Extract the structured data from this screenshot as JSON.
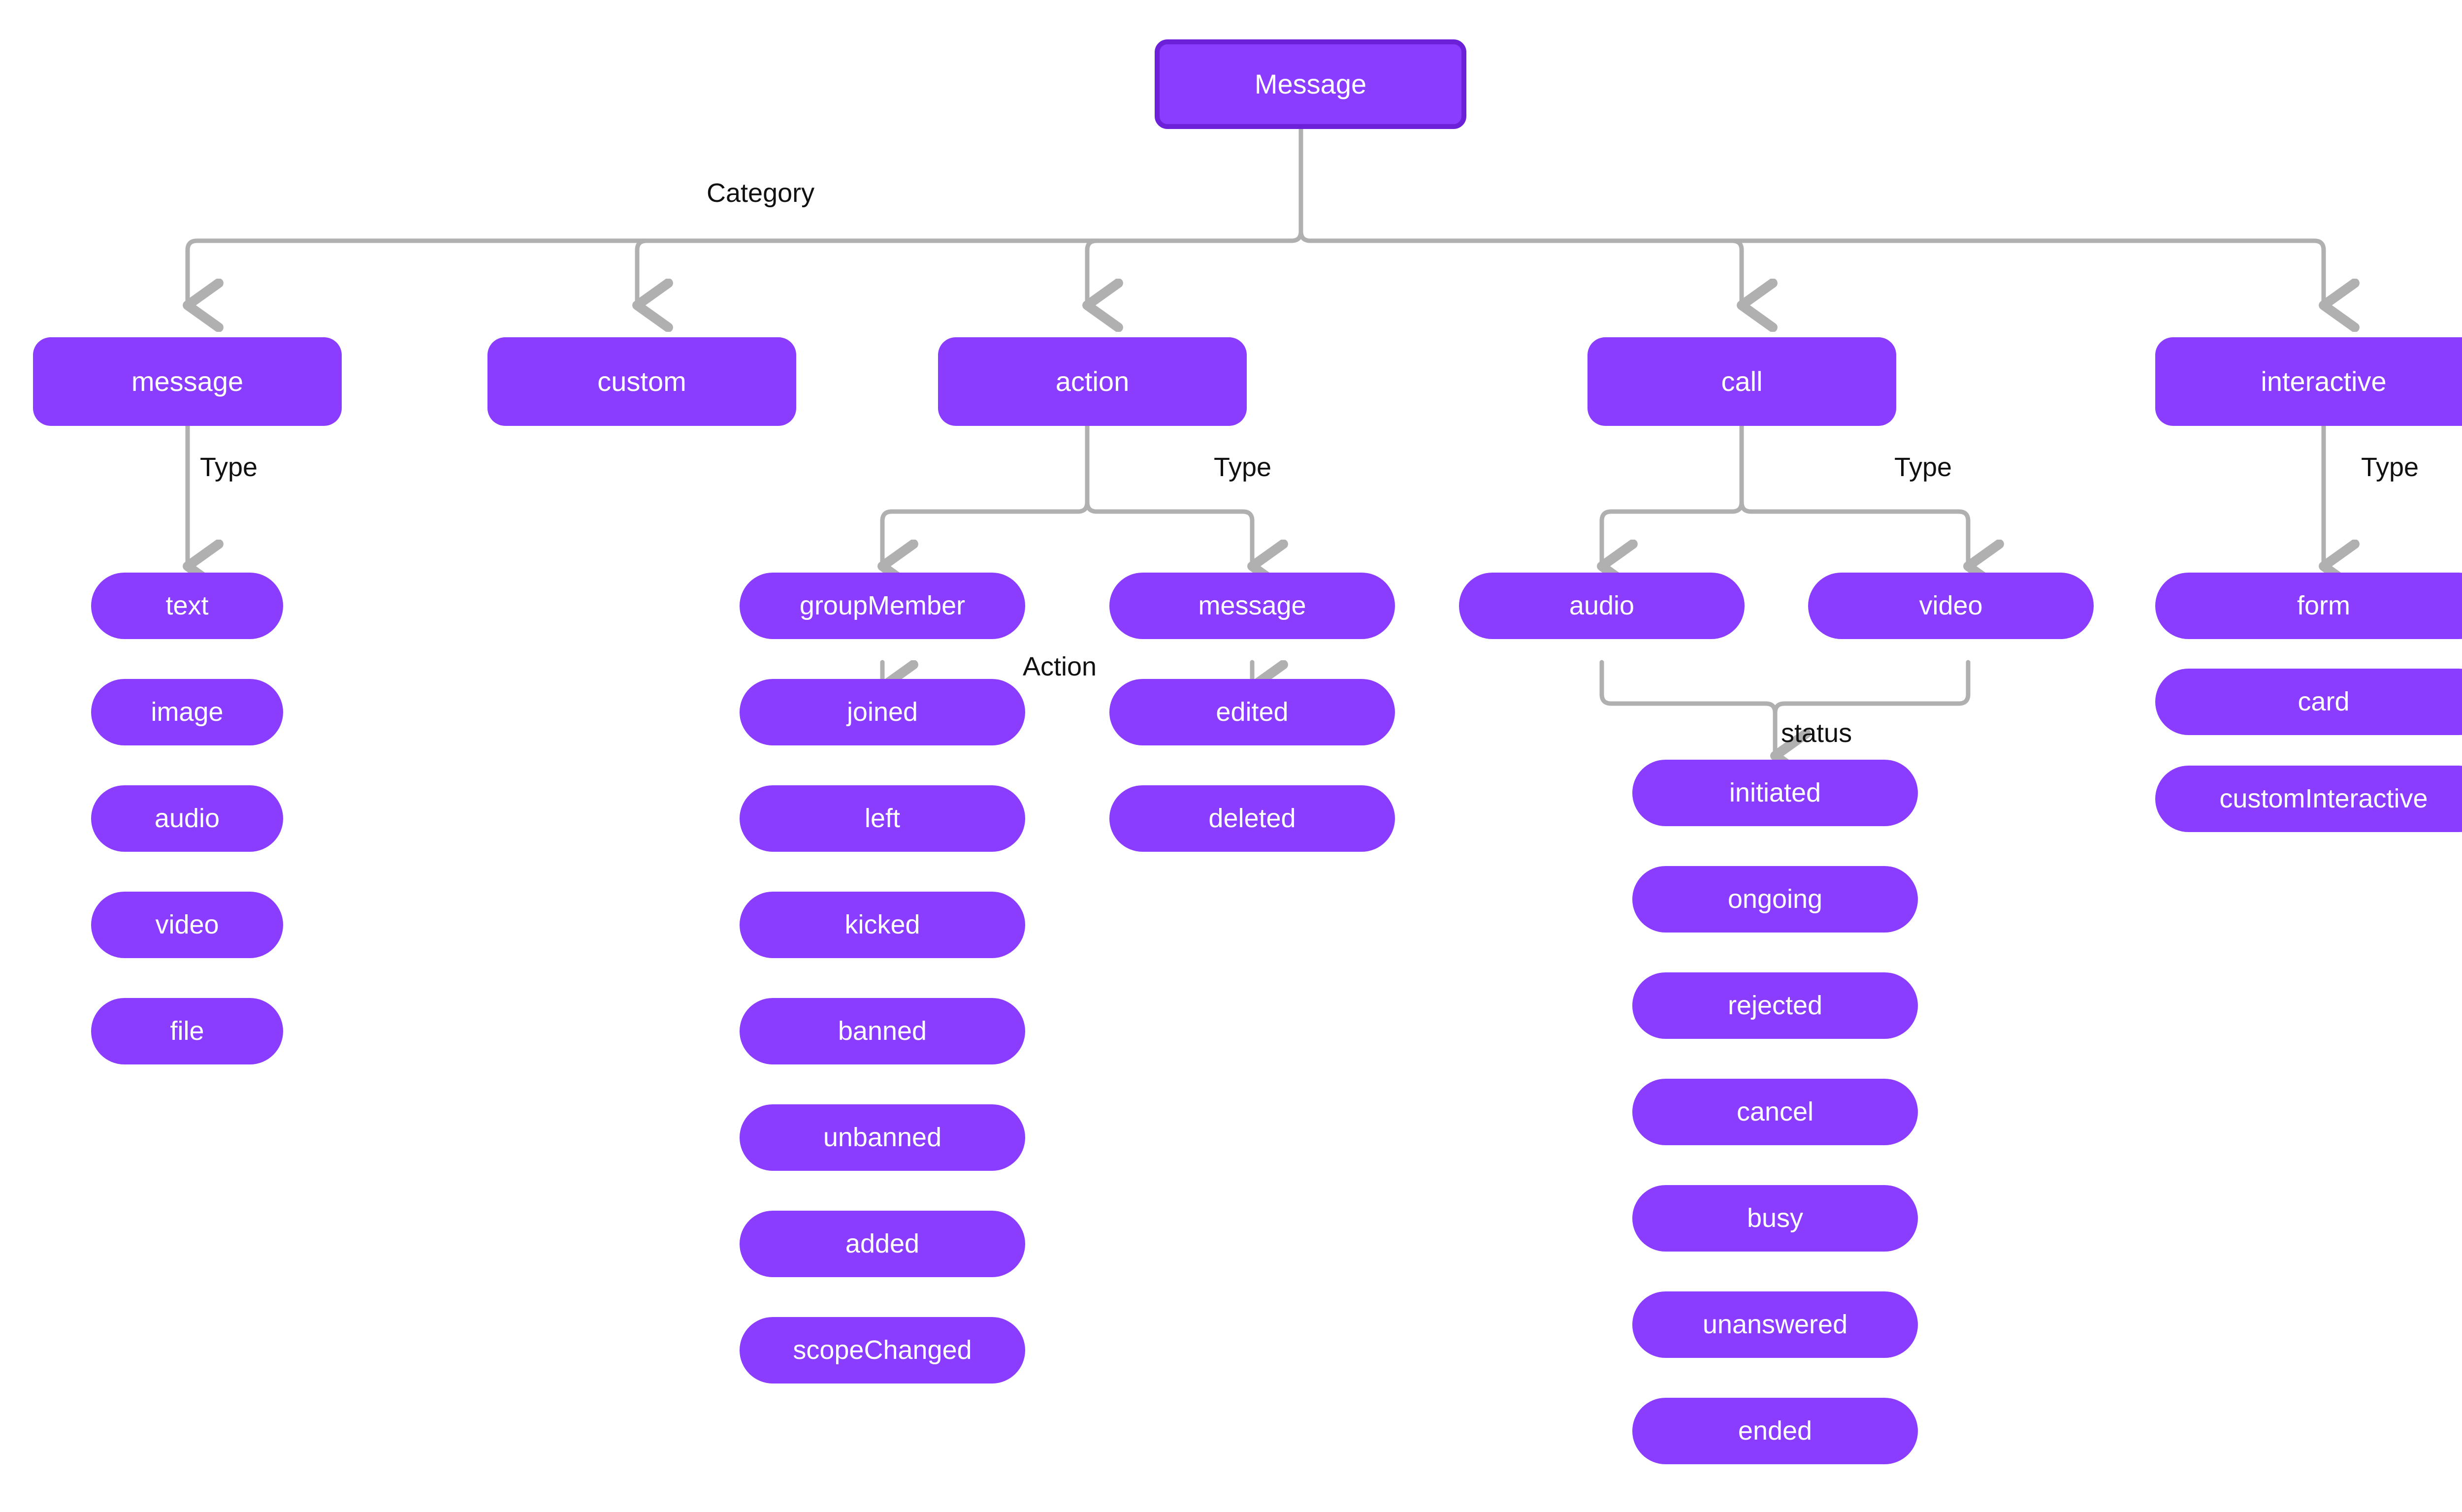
{
  "diagram": {
    "title": "Message",
    "theme": {
      "node_fill": "#8b3dff",
      "node_border": "#6c21d9",
      "node_text": "#ffffff",
      "edge_color": "#b0b0b0",
      "label_text": "#111111",
      "background": "#ffffff"
    },
    "root": {
      "label": "Message"
    },
    "edge_labels": {
      "category": "Category",
      "message_type": "Type",
      "action_type": "Type",
      "action_group_action": "Action",
      "call_type": "Type",
      "call_status": "status",
      "interactive_type": "Type"
    },
    "categories": [
      {
        "key": "message",
        "label": "message",
        "edge_label": "Type",
        "types": [
          {
            "label": "text"
          },
          {
            "label": "image"
          },
          {
            "label": "audio"
          },
          {
            "label": "video"
          },
          {
            "label": "file"
          }
        ]
      },
      {
        "key": "custom",
        "label": "custom",
        "edge_label": "",
        "types": []
      },
      {
        "key": "action",
        "label": "action",
        "edge_label": "Type",
        "types": [
          {
            "label": "groupMember",
            "edge_label": "Action",
            "actions": [
              {
                "label": "joined"
              },
              {
                "label": "left"
              },
              {
                "label": "kicked"
              },
              {
                "label": "banned"
              },
              {
                "label": "unbanned"
              },
              {
                "label": "added"
              },
              {
                "label": "scopeChanged"
              }
            ]
          },
          {
            "label": "message",
            "edge_label": "",
            "actions": [
              {
                "label": "edited"
              },
              {
                "label": "deleted"
              }
            ]
          }
        ]
      },
      {
        "key": "call",
        "label": "call",
        "edge_label": "Type",
        "types": [
          {
            "label": "audio"
          },
          {
            "label": "video"
          }
        ],
        "status_edge_label": "status",
        "statuses": [
          {
            "label": "initiated"
          },
          {
            "label": "ongoing"
          },
          {
            "label": "rejected"
          },
          {
            "label": "cancel"
          },
          {
            "label": "busy"
          },
          {
            "label": "unanswered"
          },
          {
            "label": "ended"
          }
        ]
      },
      {
        "key": "interactive",
        "label": "interactive",
        "edge_label": "Type",
        "types": [
          {
            "label": "form"
          },
          {
            "label": "card"
          },
          {
            "label": "customInteractive"
          }
        ]
      }
    ]
  }
}
